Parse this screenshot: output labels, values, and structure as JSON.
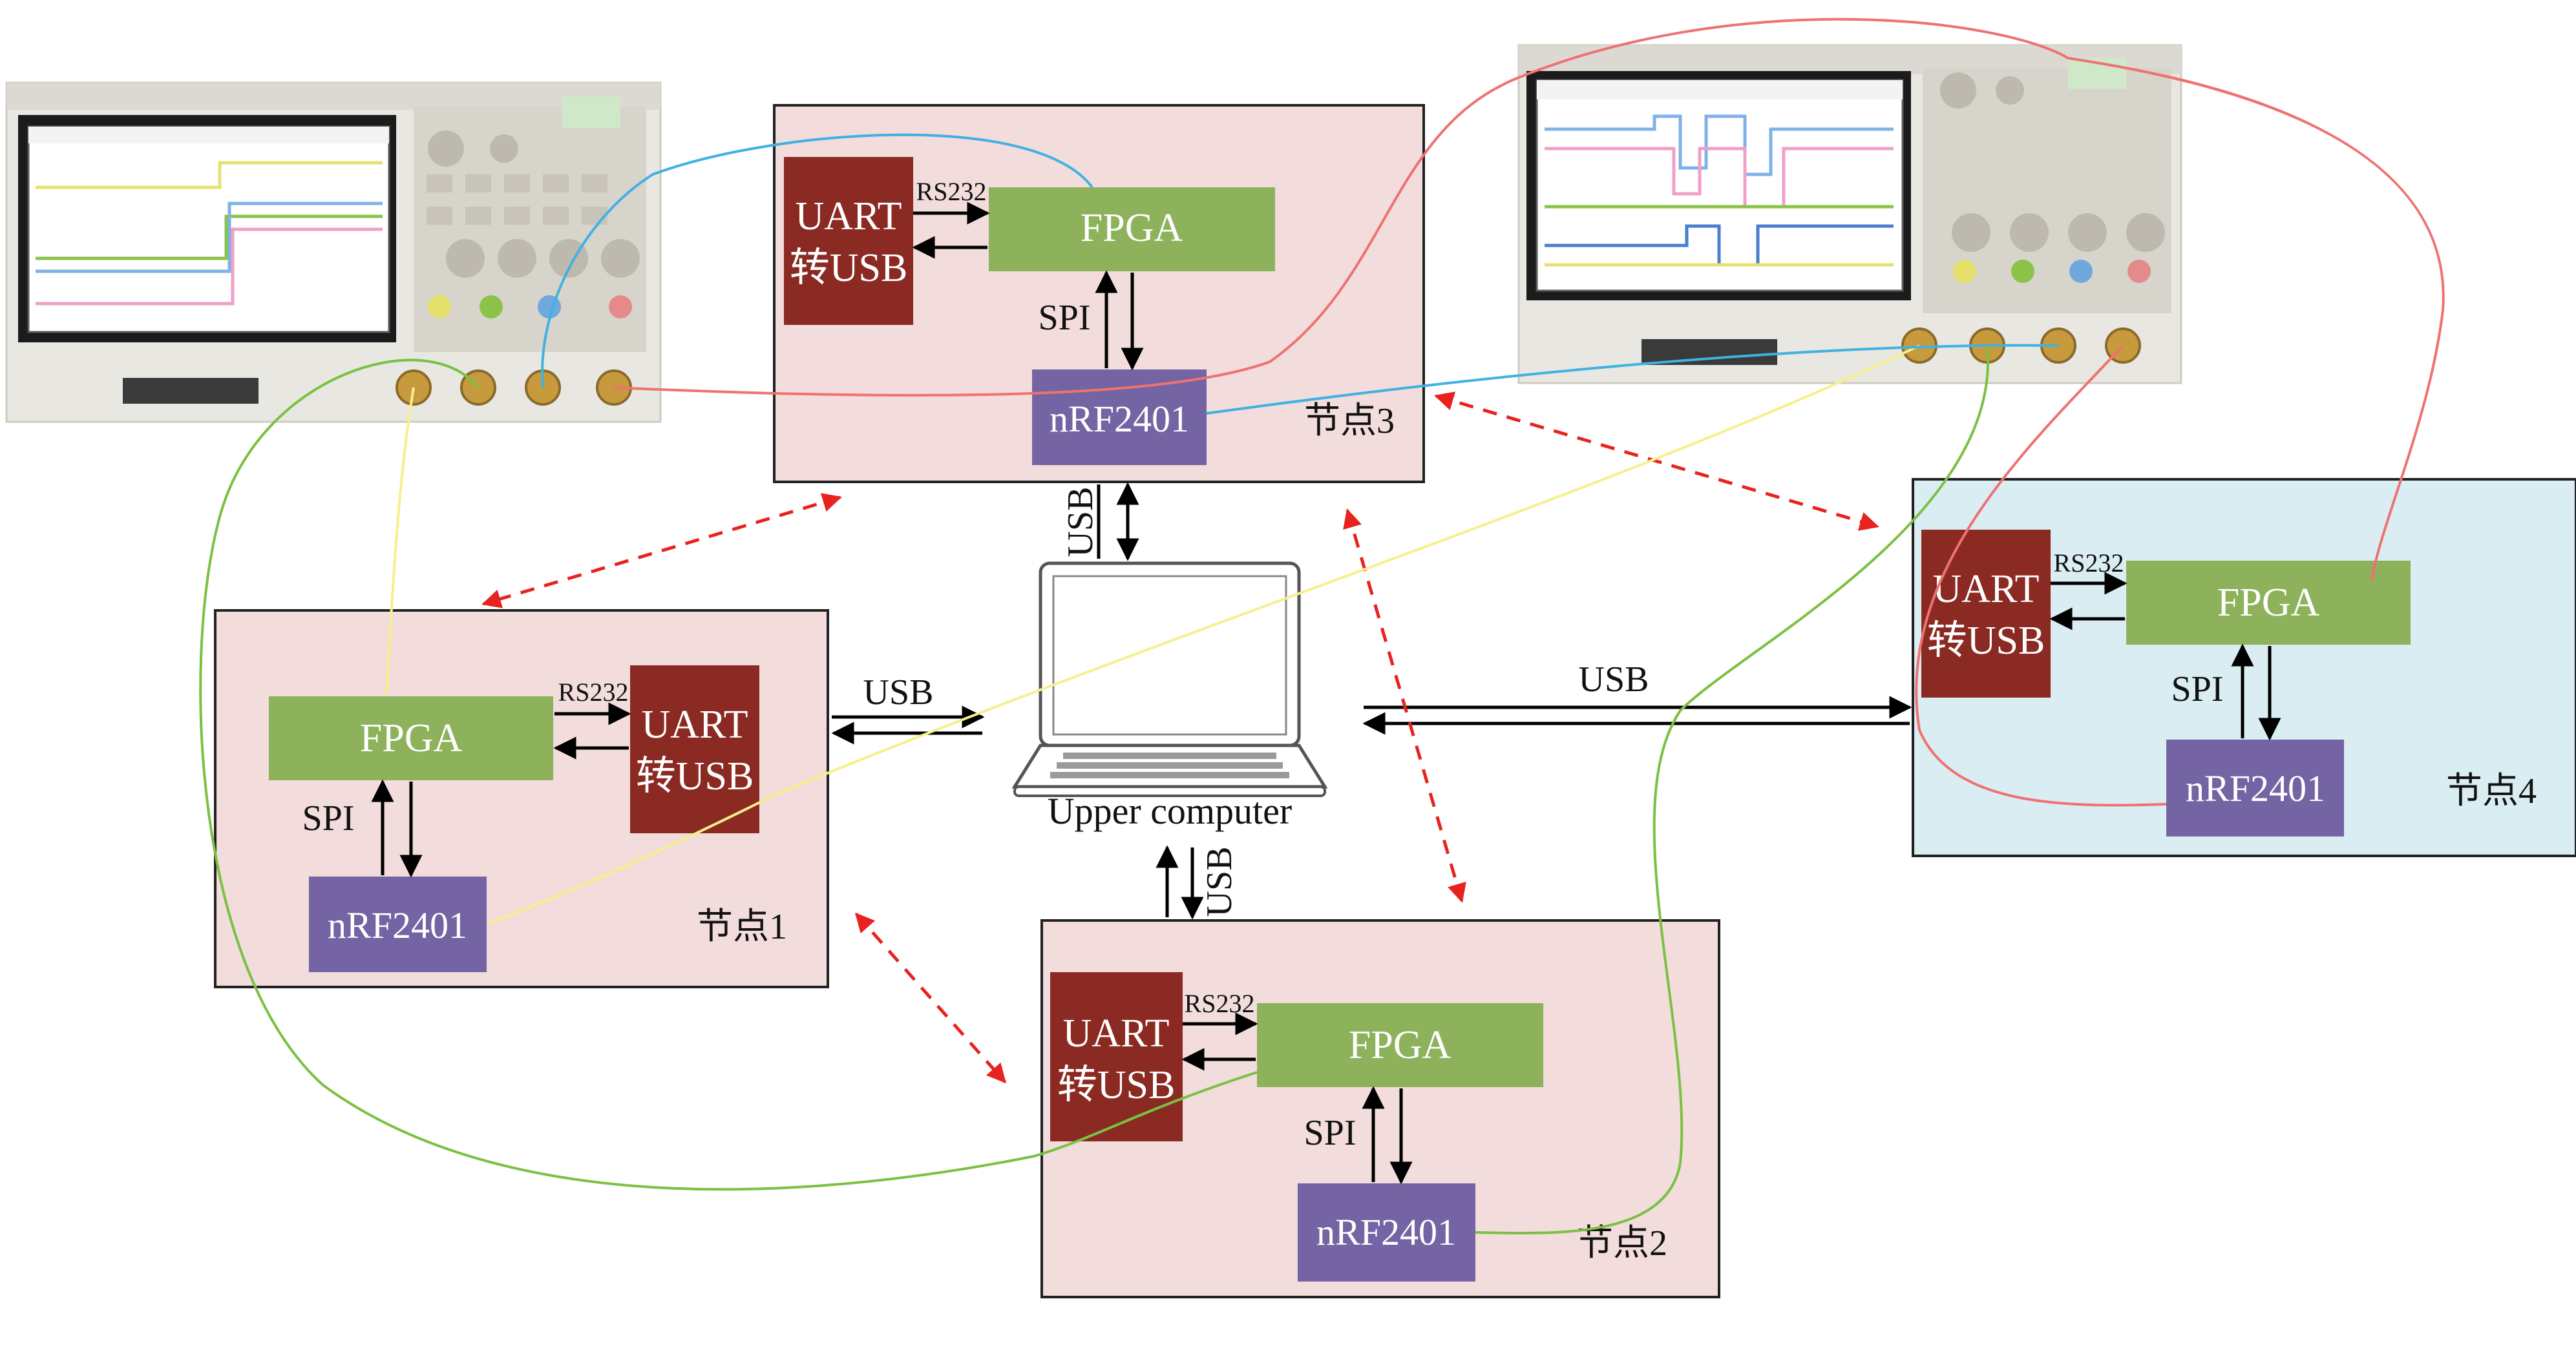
{
  "colors": {
    "node_bg_pink": "#f2dcdc",
    "node_bg_blue": "#daedf3",
    "fpga_green": "#8db25b",
    "uart_darkred": "#8b2a22",
    "nrf_purple": "#7464a4",
    "wire_yellow": "#f6f08c",
    "wire_green": "#7ac143",
    "wire_blue": "#3fb2e2",
    "wire_red": "#ee7272",
    "wireless_dash": "#e8231f"
  },
  "nodes": {
    "node1": {
      "name": "节点1",
      "fpga": "FPGA",
      "uart_line1": "UART",
      "uart_line2": "转USB",
      "nrf": "nRF2401",
      "rs232": "RS232",
      "spi": "SPI"
    },
    "node2": {
      "name": "节点2",
      "fpga": "FPGA",
      "uart_line1": "UART",
      "uart_line2": "转USB",
      "nrf": "nRF2401",
      "rs232": "RS232",
      "spi": "SPI"
    },
    "node3": {
      "name": "节点3",
      "fpga": "FPGA",
      "uart_line1": "UART",
      "uart_line2": "转USB",
      "nrf": "nRF2401",
      "rs232": "RS232",
      "spi": "SPI"
    },
    "node4": {
      "name": "节点4",
      "fpga": "FPGA",
      "uart_line1": "UART",
      "uart_line2": "转USB",
      "nrf": "nRF2401",
      "rs232": "RS232",
      "spi": "SPI"
    }
  },
  "computer": {
    "label": "Upper computer"
  },
  "links": {
    "usb_top": "USB",
    "usb_bottom": "USB",
    "usb_left": "USB",
    "usb_right": "USB"
  },
  "icons": {
    "laptop": "laptop-icon",
    "scope_left": "oscilloscope-icon",
    "scope_right": "oscilloscope-icon"
  }
}
